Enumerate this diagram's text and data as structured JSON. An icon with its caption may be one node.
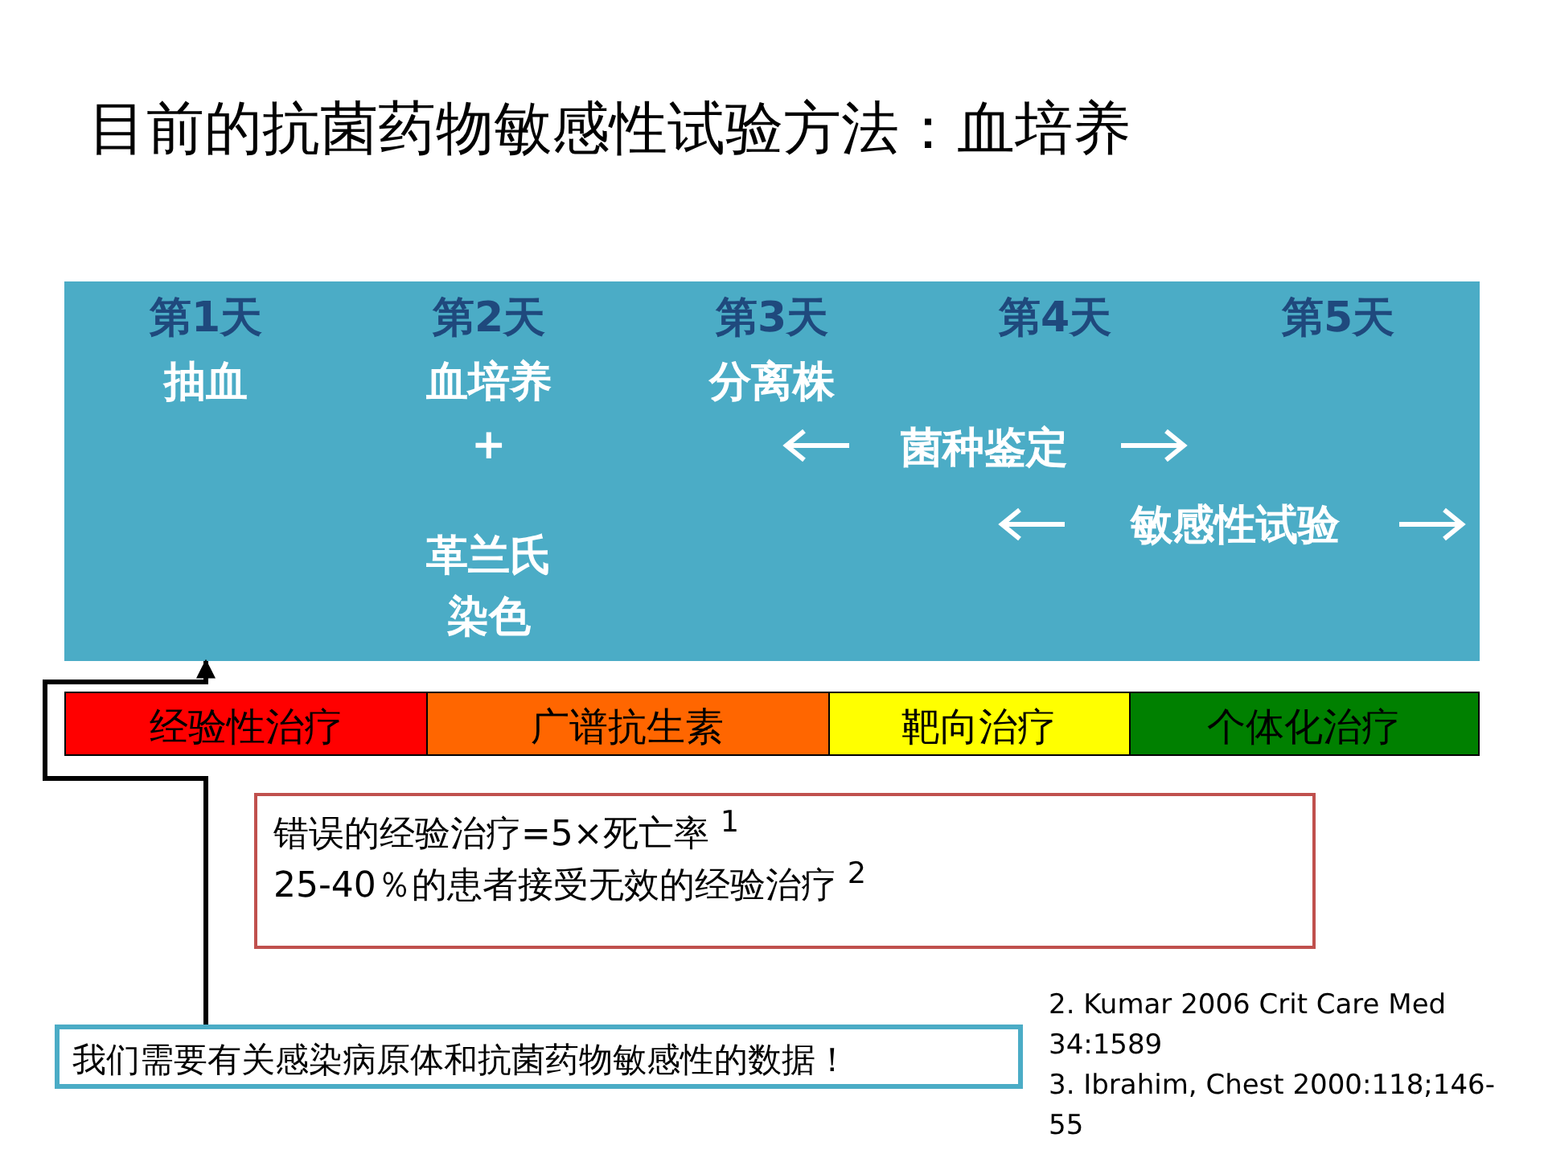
{
  "diagram": {
    "title": "目前的抗菌药物敏感性试验方法：血培养",
    "nodes": [
      {
        "text": [
          "第1天",
          "第2天",
          "第3天",
          "第4天",
          "第5天",
          "抽血",
          "血培养",
          "+",
          "革兰氏染色",
          "分离株",
          "菌种鉴定",
          "敏感性试验"
        ]
      },
      {
        "text": [
          "经验性治疗"
        ]
      },
      {
        "text": [
          "广谱抗生素"
        ]
      },
      {
        "text": [
          "靶向治疗"
        ]
      },
      {
        "text": [
          "个体化治疗"
        ]
      },
      {
        "text": [
          "错误的经验治疗=5×死亡率 $^{1}$",
          "25-40％的患者接受无效的经验治疗 $^{2}$"
        ]
      },
      {
        "text": [
          "我们需要有关感染病原体和抗菌药物敏感性的数据！"
        ]
      }
    ],
    "edges": [
      {
        "from": 6,
        "to": 0,
        "arrow": "to"
      }
    ],
    "labels": [
      "2. Kumar 2006 Crit Care Med 34:1589",
      "3. Ibrahim, Chest 2000:118;146-55"
    ]
  }
}
